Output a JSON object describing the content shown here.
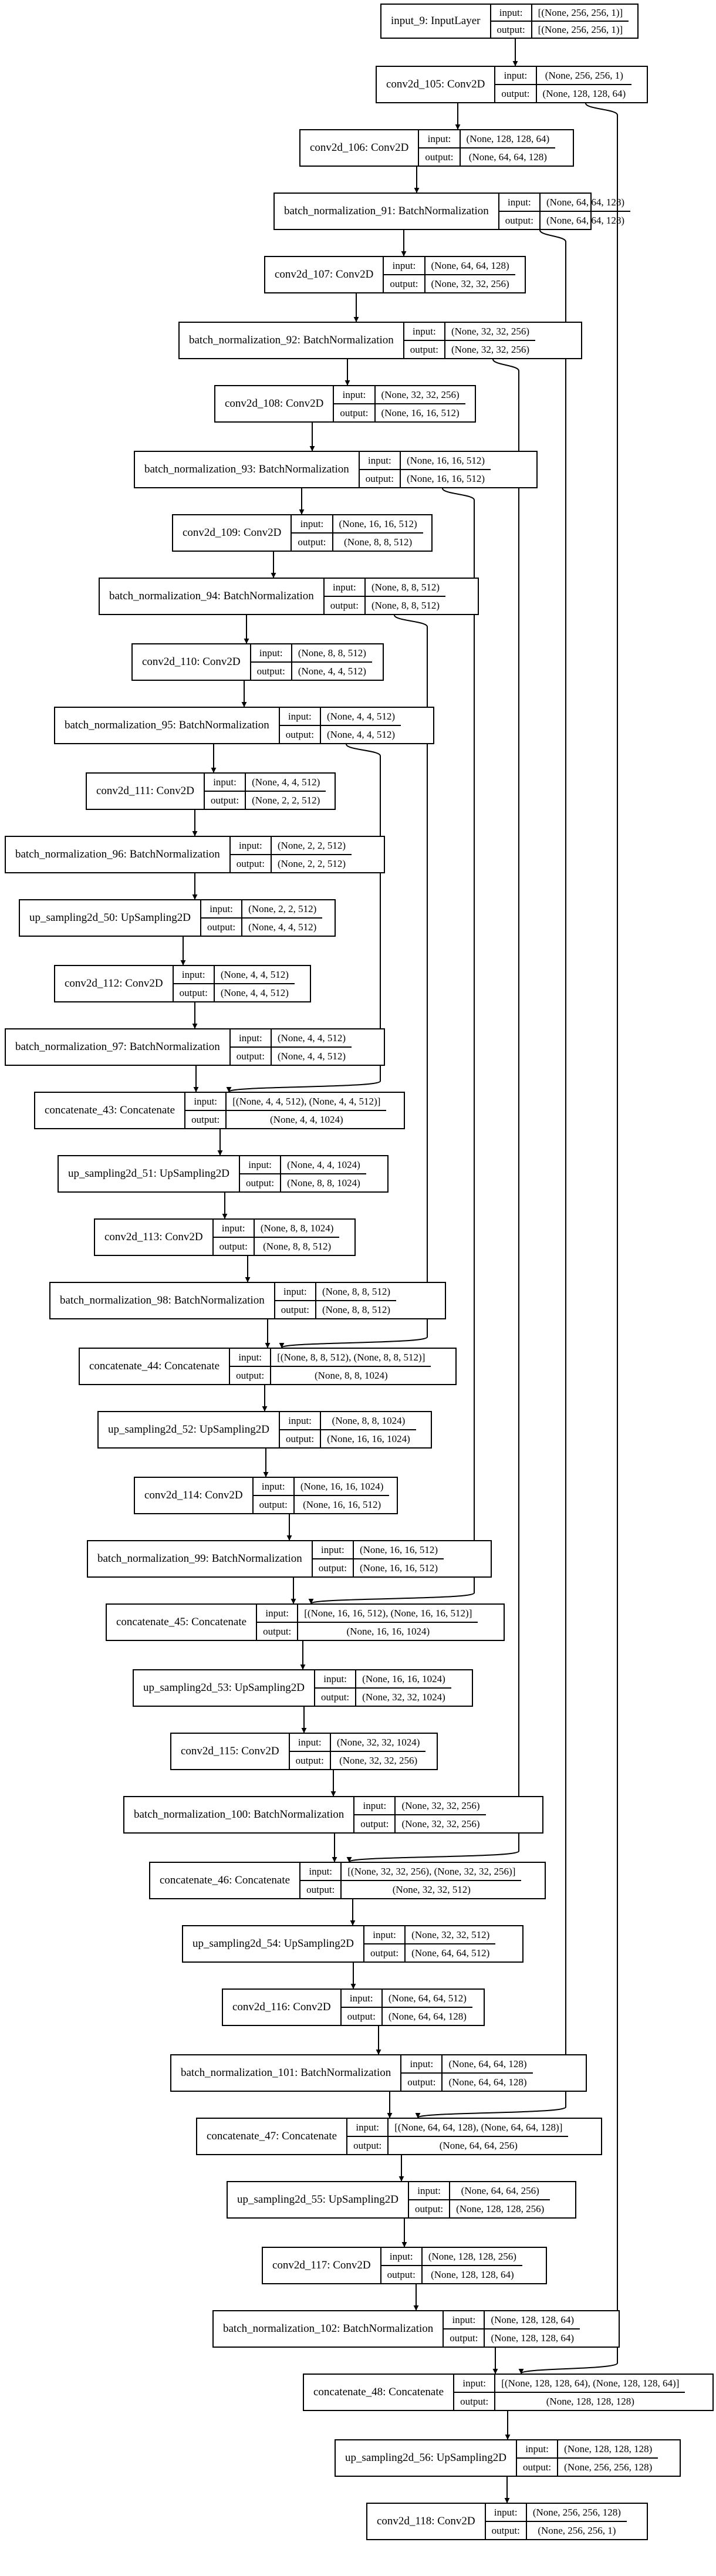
{
  "diagram": {
    "nodes": [
      {
        "id": "n1",
        "name": "input_9: InputLayer",
        "in_label": "input:",
        "out_label": "output:",
        "input": "[(None, 256, 256, 1)]",
        "output": "[(None, 256, 256, 1)]"
      },
      {
        "id": "n2",
        "name": "conv2d_105: Conv2D",
        "in_label": "input:",
        "out_label": "output:",
        "input": "(None, 256, 256, 1)",
        "output": "(None, 128, 128, 64)"
      },
      {
        "id": "n3",
        "name": "conv2d_106: Conv2D",
        "in_label": "input:",
        "out_label": "output:",
        "input": "(None, 128, 128, 64)",
        "output": "(None, 64, 64, 128)"
      },
      {
        "id": "n4",
        "name": "batch_normalization_91: BatchNormalization",
        "in_label": "input:",
        "out_label": "output:",
        "input": "(None, 64, 64, 128)",
        "output": "(None, 64, 64, 128)"
      },
      {
        "id": "n5",
        "name": "conv2d_107: Conv2D",
        "in_label": "input:",
        "out_label": "output:",
        "input": "(None, 64, 64, 128)",
        "output": "(None, 32, 32, 256)"
      },
      {
        "id": "n6",
        "name": "batch_normalization_92: BatchNormalization",
        "in_label": "input:",
        "out_label": "output:",
        "input": "(None, 32, 32, 256)",
        "output": "(None, 32, 32, 256)"
      },
      {
        "id": "n7",
        "name": "conv2d_108: Conv2D",
        "in_label": "input:",
        "out_label": "output:",
        "input": "(None, 32, 32, 256)",
        "output": "(None, 16, 16, 512)"
      },
      {
        "id": "n8",
        "name": "batch_normalization_93: BatchNormalization",
        "in_label": "input:",
        "out_label": "output:",
        "input": "(None, 16, 16, 512)",
        "output": "(None, 16, 16, 512)"
      },
      {
        "id": "n9",
        "name": "conv2d_109: Conv2D",
        "in_label": "input:",
        "out_label": "output:",
        "input": "(None, 16, 16, 512)",
        "output": "(None, 8, 8, 512)"
      },
      {
        "id": "n10",
        "name": "batch_normalization_94: BatchNormalization",
        "in_label": "input:",
        "out_label": "output:",
        "input": "(None, 8, 8, 512)",
        "output": "(None, 8, 8, 512)"
      },
      {
        "id": "n11",
        "name": "conv2d_110: Conv2D",
        "in_label": "input:",
        "out_label": "output:",
        "input": "(None, 8, 8, 512)",
        "output": "(None, 4, 4, 512)"
      },
      {
        "id": "n12",
        "name": "batch_normalization_95: BatchNormalization",
        "in_label": "input:",
        "out_label": "output:",
        "input": "(None, 4, 4, 512)",
        "output": "(None, 4, 4, 512)"
      },
      {
        "id": "n13",
        "name": "conv2d_111: Conv2D",
        "in_label": "input:",
        "out_label": "output:",
        "input": "(None, 4, 4, 512)",
        "output": "(None, 2, 2, 512)"
      },
      {
        "id": "n14",
        "name": "batch_normalization_96: BatchNormalization",
        "in_label": "input:",
        "out_label": "output:",
        "input": "(None, 2, 2, 512)",
        "output": "(None, 2, 2, 512)"
      },
      {
        "id": "n15",
        "name": "up_sampling2d_50: UpSampling2D",
        "in_label": "input:",
        "out_label": "output:",
        "input": "(None, 2, 2, 512)",
        "output": "(None, 4, 4, 512)"
      },
      {
        "id": "n16",
        "name": "conv2d_112: Conv2D",
        "in_label": "input:",
        "out_label": "output:",
        "input": "(None, 4, 4, 512)",
        "output": "(None, 4, 4, 512)"
      },
      {
        "id": "n17",
        "name": "batch_normalization_97: BatchNormalization",
        "in_label": "input:",
        "out_label": "output:",
        "input": "(None, 4, 4, 512)",
        "output": "(None, 4, 4, 512)"
      },
      {
        "id": "n18",
        "name": "concatenate_43: Concatenate",
        "in_label": "input:",
        "out_label": "output:",
        "input": "[(None, 4, 4, 512), (None, 4, 4, 512)]",
        "output": "(None, 4, 4, 1024)"
      },
      {
        "id": "n19",
        "name": "up_sampling2d_51: UpSampling2D",
        "in_label": "input:",
        "out_label": "output:",
        "input": "(None, 4, 4, 1024)",
        "output": "(None, 8, 8, 1024)"
      },
      {
        "id": "n20",
        "name": "conv2d_113: Conv2D",
        "in_label": "input:",
        "out_label": "output:",
        "input": "(None, 8, 8, 1024)",
        "output": "(None, 8, 8, 512)"
      },
      {
        "id": "n21",
        "name": "batch_normalization_98: BatchNormalization",
        "in_label": "input:",
        "out_label": "output:",
        "input": "(None, 8, 8, 512)",
        "output": "(None, 8, 8, 512)"
      },
      {
        "id": "n22",
        "name": "concatenate_44: Concatenate",
        "in_label": "input:",
        "out_label": "output:",
        "input": "[(None, 8, 8, 512), (None, 8, 8, 512)]",
        "output": "(None, 8, 8, 1024)"
      },
      {
        "id": "n23",
        "name": "up_sampling2d_52: UpSampling2D",
        "in_label": "input:",
        "out_label": "output:",
        "input": "(None, 8, 8, 1024)",
        "output": "(None, 16, 16, 1024)"
      },
      {
        "id": "n24",
        "name": "conv2d_114: Conv2D",
        "in_label": "input:",
        "out_label": "output:",
        "input": "(None, 16, 16, 1024)",
        "output": "(None, 16, 16, 512)"
      },
      {
        "id": "n25",
        "name": "batch_normalization_99: BatchNormalization",
        "in_label": "input:",
        "out_label": "output:",
        "input": "(None, 16, 16, 512)",
        "output": "(None, 16, 16, 512)"
      },
      {
        "id": "n26",
        "name": "concatenate_45: Concatenate",
        "in_label": "input:",
        "out_label": "output:",
        "input": "[(None, 16, 16, 512), (None, 16, 16, 512)]",
        "output": "(None, 16, 16, 1024)"
      },
      {
        "id": "n27",
        "name": "up_sampling2d_53: UpSampling2D",
        "in_label": "input:",
        "out_label": "output:",
        "input": "(None, 16, 16, 1024)",
        "output": "(None, 32, 32, 1024)"
      },
      {
        "id": "n28",
        "name": "conv2d_115: Conv2D",
        "in_label": "input:",
        "out_label": "output:",
        "input": "(None, 32, 32, 1024)",
        "output": "(None, 32, 32, 256)"
      },
      {
        "id": "n29",
        "name": "batch_normalization_100: BatchNormalization",
        "in_label": "input:",
        "out_label": "output:",
        "input": "(None, 32, 32, 256)",
        "output": "(None, 32, 32, 256)"
      },
      {
        "id": "n30",
        "name": "concatenate_46: Concatenate",
        "in_label": "input:",
        "out_label": "output:",
        "input": "[(None, 32, 32, 256), (None, 32, 32, 256)]",
        "output": "(None, 32, 32, 512)"
      },
      {
        "id": "n31",
        "name": "up_sampling2d_54: UpSampling2D",
        "in_label": "input:",
        "out_label": "output:",
        "input": "(None, 32, 32, 512)",
        "output": "(None, 64, 64, 512)"
      },
      {
        "id": "n32",
        "name": "conv2d_116: Conv2D",
        "in_label": "input:",
        "out_label": "output:",
        "input": "(None, 64, 64, 512)",
        "output": "(None, 64, 64, 128)"
      },
      {
        "id": "n33",
        "name": "batch_normalization_101: BatchNormalization",
        "in_label": "input:",
        "out_label": "output:",
        "input": "(None, 64, 64, 128)",
        "output": "(None, 64, 64, 128)"
      },
      {
        "id": "n34",
        "name": "concatenate_47: Concatenate",
        "in_label": "input:",
        "out_label": "output:",
        "input": "[(None, 64, 64, 128), (None, 64, 64, 128)]",
        "output": "(None, 64, 64, 256)"
      },
      {
        "id": "n35",
        "name": "up_sampling2d_55: UpSampling2D",
        "in_label": "input:",
        "out_label": "output:",
        "input": "(None, 64, 64, 256)",
        "output": "(None, 128, 128, 256)"
      },
      {
        "id": "n36",
        "name": "conv2d_117: Conv2D",
        "in_label": "input:",
        "out_label": "output:",
        "input": "(None, 128, 128, 256)",
        "output": "(None, 128, 128, 64)"
      },
      {
        "id": "n37",
        "name": "batch_normalization_102: BatchNormalization",
        "in_label": "input:",
        "out_label": "output:",
        "input": "(None, 128, 128, 64)",
        "output": "(None, 128, 128, 64)"
      },
      {
        "id": "n38",
        "name": "concatenate_48: Concatenate",
        "in_label": "input:",
        "out_label": "output:",
        "input": "[(None, 128, 128, 64), (None, 128, 128, 64)]",
        "output": "(None, 128, 128, 128)"
      },
      {
        "id": "n39",
        "name": "up_sampling2d_56: UpSampling2D",
        "in_label": "input:",
        "out_label": "output:",
        "input": "(None, 128, 128, 128)",
        "output": "(None, 256, 256, 128)"
      },
      {
        "id": "n40",
        "name": "conv2d_118: Conv2D",
        "in_label": "input:",
        "out_label": "output:",
        "input": "(None, 256, 256, 128)",
        "output": "(None, 256, 256, 1)"
      }
    ],
    "edges": [
      [
        "n1",
        "n2"
      ],
      [
        "n2",
        "n3"
      ],
      [
        "n3",
        "n4"
      ],
      [
        "n4",
        "n5"
      ],
      [
        "n5",
        "n6"
      ],
      [
        "n6",
        "n7"
      ],
      [
        "n7",
        "n8"
      ],
      [
        "n8",
        "n9"
      ],
      [
        "n9",
        "n10"
      ],
      [
        "n10",
        "n11"
      ],
      [
        "n11",
        "n12"
      ],
      [
        "n12",
        "n13"
      ],
      [
        "n13",
        "n14"
      ],
      [
        "n14",
        "n15"
      ],
      [
        "n15",
        "n16"
      ],
      [
        "n16",
        "n17"
      ],
      [
        "n17",
        "n18"
      ],
      [
        "n18",
        "n19"
      ],
      [
        "n19",
        "n20"
      ],
      [
        "n20",
        "n21"
      ],
      [
        "n21",
        "n22"
      ],
      [
        "n22",
        "n23"
      ],
      [
        "n23",
        "n24"
      ],
      [
        "n24",
        "n25"
      ],
      [
        "n25",
        "n26"
      ],
      [
        "n26",
        "n27"
      ],
      [
        "n27",
        "n28"
      ],
      [
        "n28",
        "n29"
      ],
      [
        "n29",
        "n30"
      ],
      [
        "n30",
        "n31"
      ],
      [
        "n31",
        "n32"
      ],
      [
        "n32",
        "n33"
      ],
      [
        "n33",
        "n34"
      ],
      [
        "n34",
        "n35"
      ],
      [
        "n35",
        "n36"
      ],
      [
        "n36",
        "n37"
      ],
      [
        "n37",
        "n38"
      ],
      [
        "n38",
        "n39"
      ],
      [
        "n39",
        "n40"
      ],
      [
        "n12",
        "n18"
      ],
      [
        "n10",
        "n22"
      ],
      [
        "n8",
        "n26"
      ],
      [
        "n6",
        "n30"
      ],
      [
        "n4",
        "n34"
      ],
      [
        "n2",
        "n38"
      ]
    ]
  }
}
